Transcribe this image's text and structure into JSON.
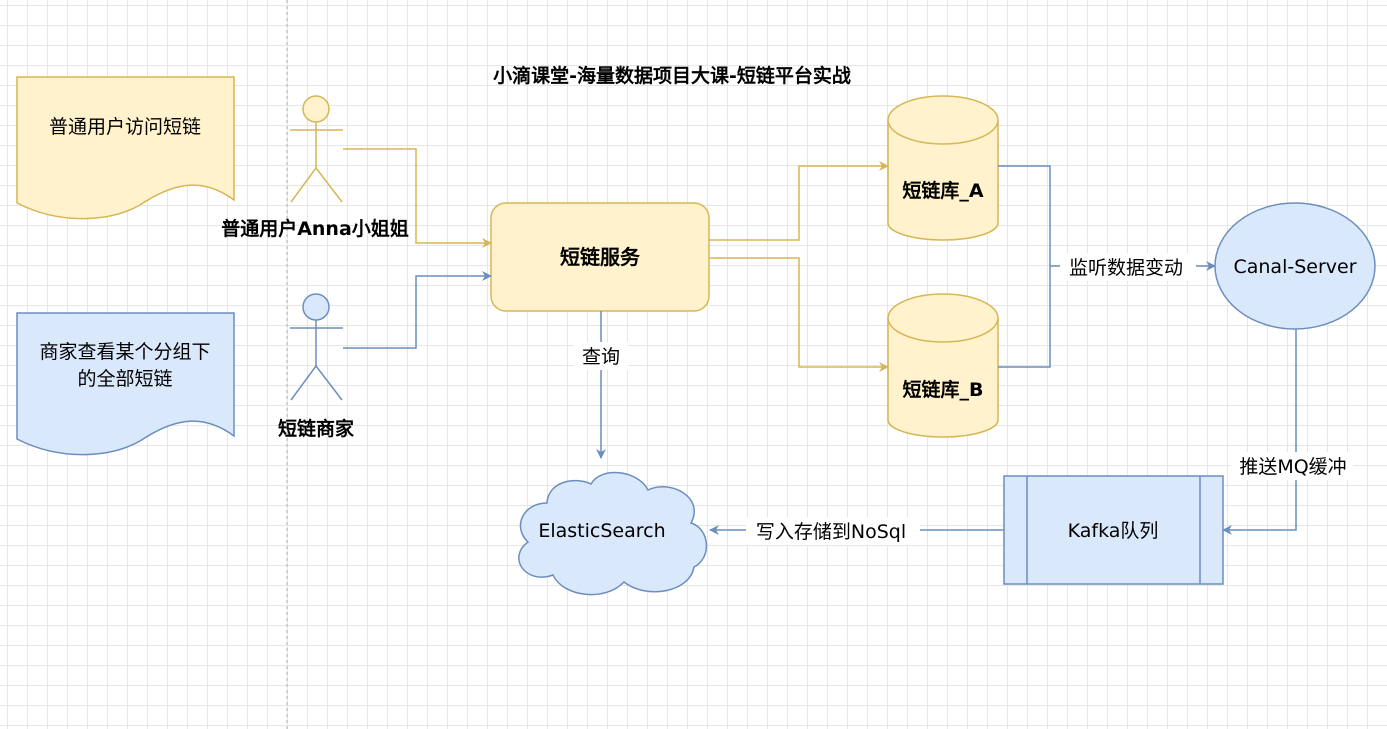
{
  "title": "小滴课堂-海量数据项目大课-短链平台实战",
  "notes": {
    "user_note": "普通用户访问短链",
    "merchant_note_line1": "商家查看某个分组下",
    "merchant_note_line2": "的全部短链"
  },
  "actors": {
    "user": "普通用户Anna小姐姐",
    "merchant": "短链商家"
  },
  "nodes": {
    "service": "短链服务",
    "db_a": "短链库_A",
    "db_b": "短链库_B",
    "canal": "Canal-Server",
    "kafka": "Kafka队列",
    "es": "ElasticSearch"
  },
  "edge_labels": {
    "query": "查询",
    "listen": "监听数据变动",
    "push": "推送MQ缓冲",
    "write": "写入存储到NoSql"
  },
  "colors": {
    "yellow_fill": "#fff2cc",
    "yellow_stroke": "#d6b656",
    "blue_fill": "#dae8fc",
    "blue_stroke": "#6c8ebf"
  }
}
